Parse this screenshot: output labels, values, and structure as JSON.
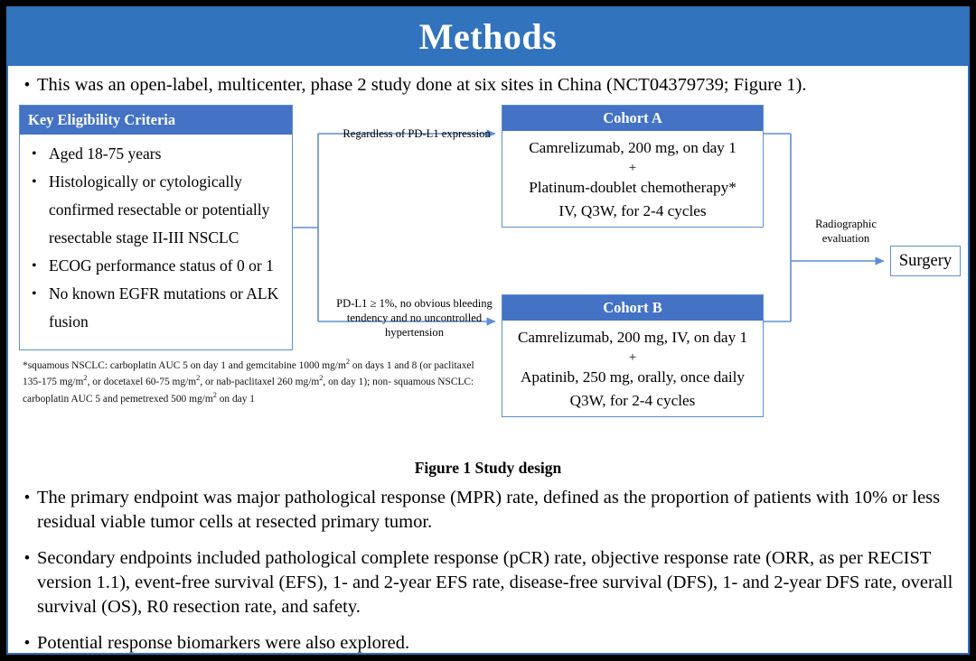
{
  "slide": {
    "banner_title": "Methods",
    "banner_color": "#3273be",
    "accent_color": "#4472c4",
    "connector_color": "#5b8fd4",
    "frame_color": "#000000"
  },
  "intro_bullet": "This was an open-label, multicenter, phase 2 study done at six sites in China (NCT04379739; Figure 1).",
  "figure": {
    "caption": "Figure 1 Study design",
    "eligibility": {
      "header": "Key  Eligibility Criteria",
      "items": [
        "Aged 18-75 years",
        "Histologically or cytologically confirmed resectable or potentially resectable stage II-III  NSCLC",
        "ECOG performance status of 0 or 1",
        "No known EGFR mutations or ALK fusion"
      ]
    },
    "footnote": {
      "line1_a": "*squamous NSCLC: carboplatin AUC 5 on day 1 and gemcitabine 1000 mg/m",
      "line1_sup": "2",
      "line1_b": " on days 1 and 8 (or",
      "line2_a": "paclitaxel 135-175  mg/m",
      "line2_sup1": "2",
      "line2_b": ", or docetaxel 60-75 mg/m",
      "line2_sup2": "2",
      "line2_c": ", or nab-paclitaxel 260 mg/m",
      "line2_sup3": "2",
      "line2_d": ", on day 1); non-",
      "line3_a": "squamous NSCLC: carboplatin AUC 5 and pemetrexed 500 mg/m",
      "line3_sup": "2",
      "line3_b": " on day 1"
    },
    "cohort_a": {
      "header": "Cohort A",
      "line1": "Camrelizumab, 200 mg, on day 1",
      "plus": "+",
      "line2": "Platinum-doublet chemotherapy*",
      "line3": "IV, Q3W, for 2-4 cycles"
    },
    "cohort_b": {
      "header": "Cohort B",
      "line1": "Camrelizumab, 200 mg, IV, on day 1",
      "plus": "+",
      "line2": "Apatinib, 250 mg, orally, once daily",
      "line3": "Q3W, for 2-4 cycles"
    },
    "connector_labels": {
      "to_cohort_a": "Regardless  of PD-L1 expression",
      "to_cohort_b": "PD-L1 ≥ 1%, no obvious bleeding tendency  and no uncontrolled  hypertension",
      "to_surgery": "Radiographic evaluation"
    },
    "surgery": "Surgery"
  },
  "endpoint_bullets": [
    "The primary endpoint was major pathological response (MPR) rate, defined as the proportion of patients with 10% or less residual viable tumor cells at resected primary tumor.",
    "Secondary endpoints included pathological complete response (pCR) rate, objective response rate (ORR, as per RECIST version 1.1), event-free survival (EFS), 1- and 2-year EFS rate, disease-free survival (DFS), 1- and 2-year DFS rate, overall survival (OS), R0 resection rate, and safety.",
    "Potential response biomarkers were also explored."
  ],
  "bullet_glyph": "•"
}
